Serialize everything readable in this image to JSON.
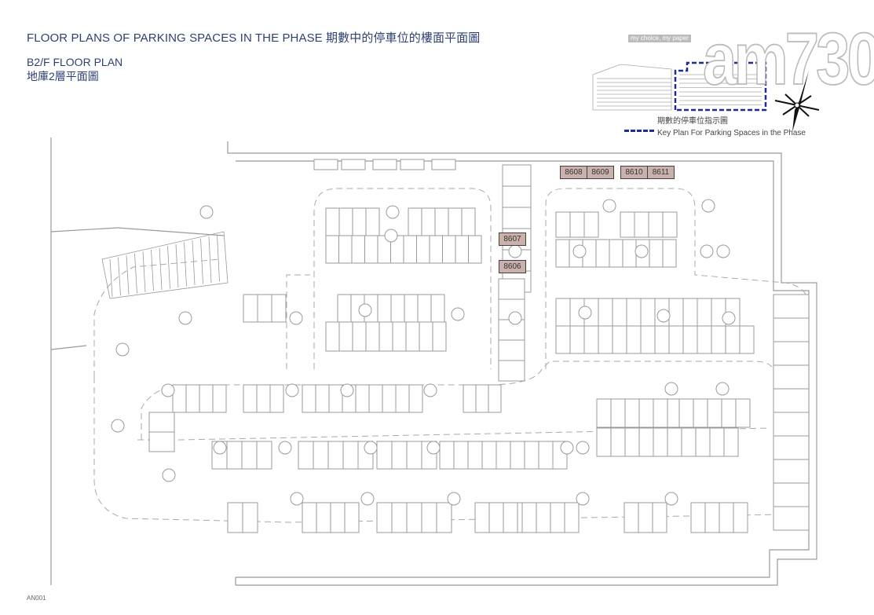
{
  "header": {
    "title": "FLOOR PLANS OF PARKING SPACES IN THE PHASE 期數中的停車位的樓面平面圖",
    "floor_en": "B2/F FLOOR PLAN",
    "floor_zh": "地庫2層平面圖"
  },
  "key_plan": {
    "legend_zh": "期數的停車位指示圖",
    "legend_en": "Key Plan For Parking Spaces in the Phase",
    "legend_color": "#1d2a9a"
  },
  "watermark": {
    "text": "am730",
    "tagline": "my choice, my paper"
  },
  "parking_spaces": [
    {
      "label": "8606"
    },
    {
      "label": "8607"
    },
    {
      "label": "8608"
    },
    {
      "label": "8609"
    },
    {
      "label": "8610"
    },
    {
      "label": "8611"
    }
  ],
  "highlight_color": "#c9b2ad",
  "footer": {
    "code": "AN001"
  }
}
